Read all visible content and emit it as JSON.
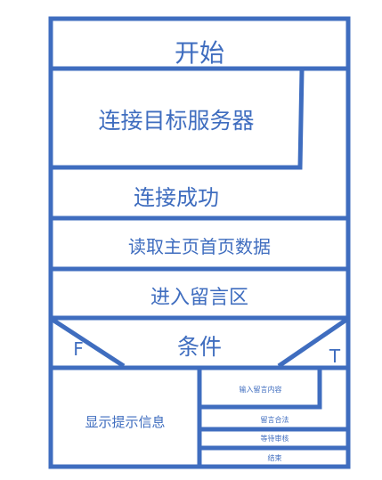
{
  "flowchart": {
    "start": "开始",
    "connect_server": "连接目标服务器",
    "connect_success": "连接成功",
    "read_home": "读取主页首页数据",
    "enter_board": "进入留言区",
    "condition": "条件",
    "false_label": "F",
    "true_label": "T",
    "show_tip": "显示提示信息",
    "input_message": "输入留言内容",
    "message_valid": "留言合法",
    "wait_review": "等待审核",
    "end": "结束"
  },
  "colors": {
    "stroke": "#3f6dbf",
    "text": "#3f6dbf",
    "background": "#ffffff"
  }
}
